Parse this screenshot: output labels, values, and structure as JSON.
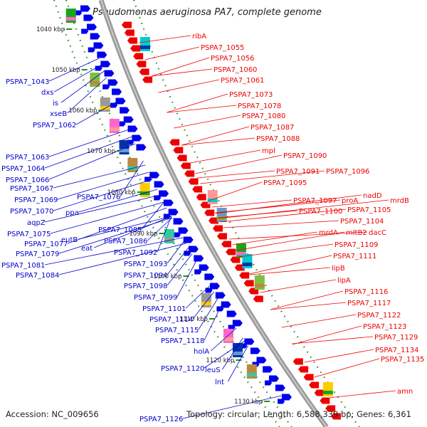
{
  "title": "Pseudomonas aeruginosa PA7, complete genome",
  "footer": {
    "accession": "Accession: NC_009656",
    "summary": "Topology: circular; Length: 6,588,339 bp; Genes: 6,361"
  },
  "colors": {
    "forward_gene": "#0000ee",
    "reverse_gene": "#ee0000",
    "forward_label": "#0000cc",
    "reverse_label": "#ee0000",
    "backbone": "#9a9a9a",
    "tick_dots": "#228b22"
  },
  "ticks": [
    "1040 kbp",
    "1050 kbp",
    "1060 kbp",
    "1070 kbp",
    "1080 kbp",
    "1090 kbp",
    "1100 kbp",
    "1110 kbp",
    "1120 kbp",
    "1130 kbp"
  ],
  "forward_labels": [
    "PSPA7_1043",
    "dxs",
    "is",
    "xseB",
    "PSPA7_1062",
    "PSPA7_1063",
    "PSPA7_1064",
    "PSPA7_1066",
    "PSPA7_1067",
    "PSPA7_1069",
    "PSPA7_1070",
    "PSPA7_1076",
    "ppa",
    "aqpZ",
    "PSPA7_1075",
    "PSPA7_1077",
    "eutB",
    "PSPA7_1085",
    "eat",
    "PSPA7_1079",
    "PSPA7_1086",
    "PSPA7_1081",
    "PSPA7_1084",
    "PSPA7_1092",
    "PSPA7_1093",
    "PSPA7_1094",
    "PSPA7_1098",
    "PSPA7_1099",
    "PSPA7_1101",
    "PSPA7_1114",
    "PSPA7_1115",
    "PSPA7_1118",
    "holA",
    "PSPA7_1120",
    "leuS",
    "lnt",
    "PSPA7_1126"
  ],
  "reverse_labels": [
    "ribA",
    "PSPA7_1055",
    "PSPA7_1056",
    "PSPA7_1060",
    "PSPA7_1061",
    "PSPA7_1073",
    "PSPA7_1078",
    "PSPA7_1080",
    "PSPA7_1087",
    "PSPA7_1088",
    "mpl",
    "PSPA7_1090",
    "PSPA7_1091",
    "PSPA7_1096",
    "PSPA7_1095",
    "PSPA7_1097",
    "proA",
    "nadD",
    "PSPA7_1100",
    "PSPA7_1105",
    "mrdB",
    "PSPA7_1104",
    "mrdA",
    "mltB2",
    "dacC",
    "PSPA7_1109",
    "PSPA7_1111",
    "lipB",
    "lipA",
    "PSPA7_1116",
    "PSPA7_1117",
    "PSPA7_1122",
    "PSPA7_1123",
    "PSPA7_1129",
    "PSPA7_1134",
    "PSPA7_1135",
    "amn"
  ]
}
